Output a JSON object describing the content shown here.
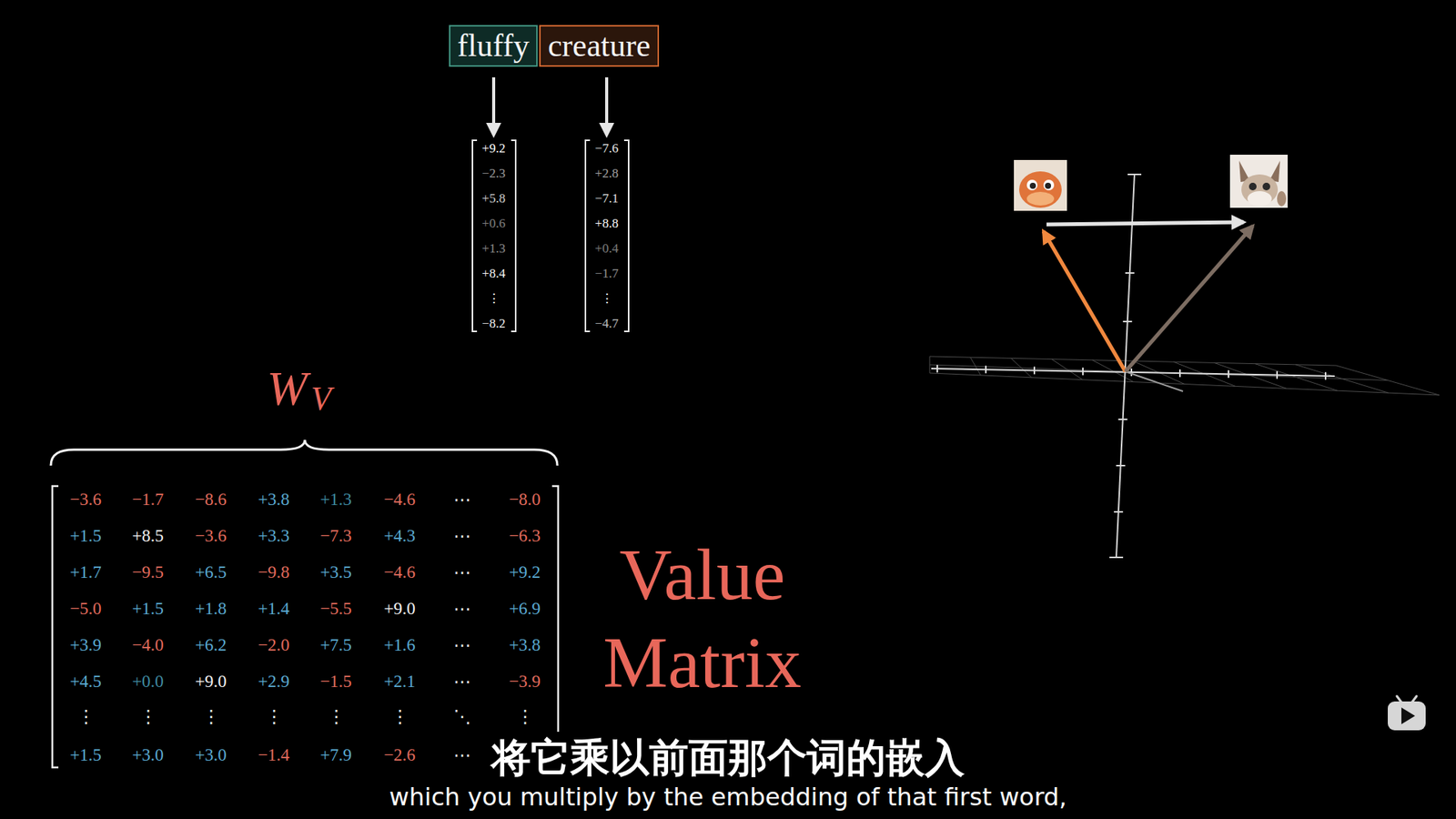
{
  "diagram": {
    "nodes": [
      {
        "text": [
          "fluffy"
        ]
      },
      {
        "text": [
          "creature"
        ]
      },
      {
        "text": [
          "+9.2",
          "−2.3",
          "+5.8",
          "+0.6",
          "+1.3",
          "+8.4",
          "⋮",
          "−8.2"
        ]
      },
      {
        "text": [
          "−7.6",
          "+2.8",
          "−7.1",
          "+8.8",
          "+0.4",
          "−1.7",
          "⋮",
          "−4.7"
        ]
      },
      {
        "text": [
          "−3.6",
          "−1.7",
          "−8.6",
          "+3.8",
          "+1.3",
          "−4.6",
          "⋯",
          "−8.0",
          "+1.5",
          "+8.5",
          "−3.6",
          "+3.3",
          "−7.3",
          "+4.3",
          "⋯",
          "−6.3",
          "+1.7",
          "−9.5",
          "+6.5",
          "−9.8",
          "+3.5",
          "−4.6",
          "⋯",
          "+9.2",
          "−5.0",
          "+1.5",
          "+1.8",
          "+1.4",
          "−5.5",
          "+9.0",
          "⋯",
          "+6.9",
          "+3.9",
          "−4.0",
          "+6.2",
          "−2.0",
          "+7.5",
          "+1.6",
          "⋯",
          "+3.8",
          "+4.5",
          "+0.0",
          "+9.0",
          "+2.9",
          "−1.5",
          "+2.1",
          "⋯",
          "−3.9",
          "⋮",
          "⋮",
          "⋮",
          "⋮",
          "⋮",
          "⋮",
          "⋱",
          "⋮",
          "+1.5",
          "+3.0",
          "+3.0",
          "−1.4",
          "+7.9",
          "−2.6",
          "⋯"
        ]
      }
    ],
    "edges": [
      {
        "from": 0,
        "to": 2,
        "arrow": "to"
      },
      {
        "from": 1,
        "to": 3,
        "arrow": "to"
      }
    ],
    "labels": [
      "W",
      "V",
      "Value Matrix",
      "将它乘以前面那个词的嵌入",
      "which you multiply by the embedding of that first word,"
    ]
  }
}
